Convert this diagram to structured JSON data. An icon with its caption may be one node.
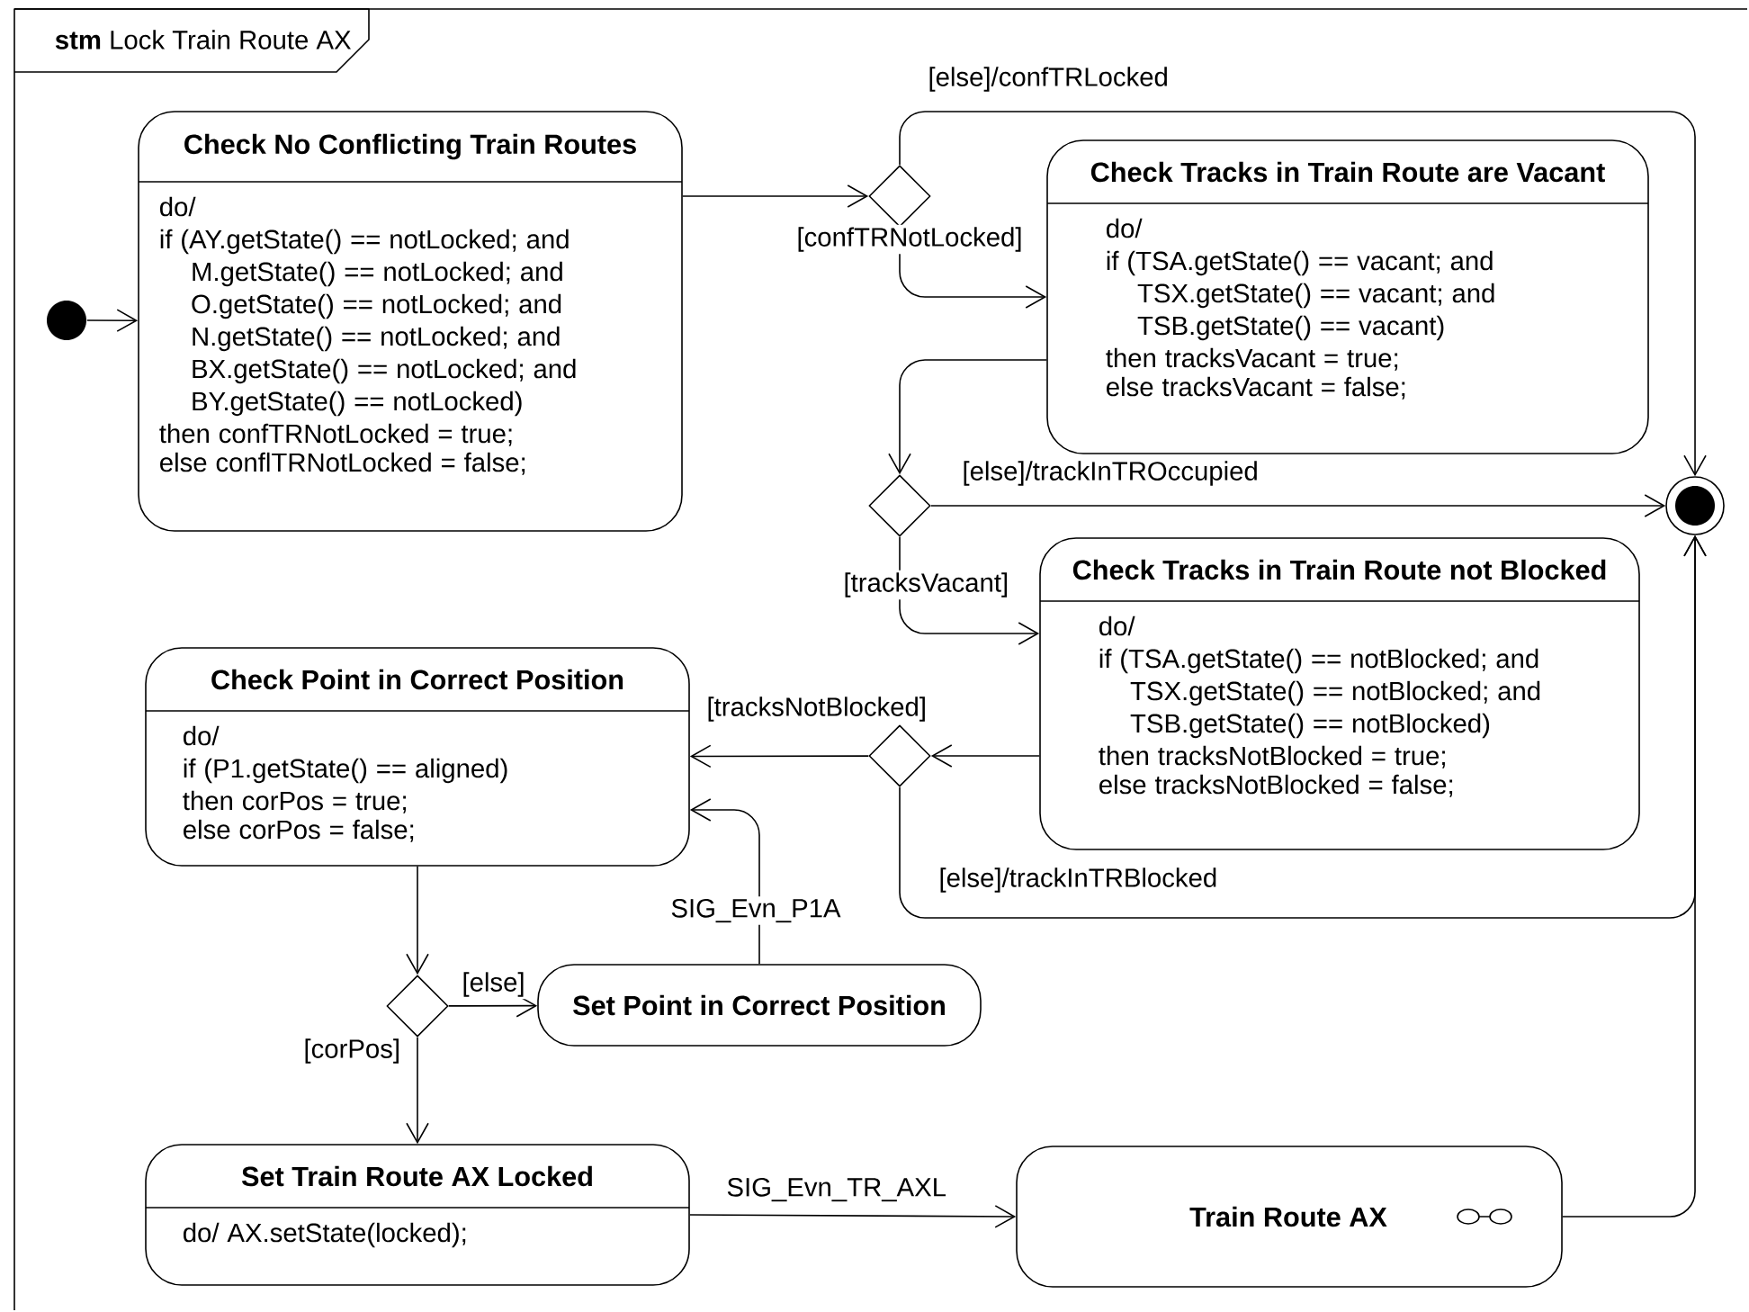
{
  "diagram": {
    "nodes": [
      {
        "text": [
          "**stm** Lock Train Route AX"
        ]
      },
      {
        "text": [],
        "shape": "circle",
        "in": 0
      },
      {
        "text": [
          "Check No Conflicting Train Routes",
          "do/",
          "if (AY.getState() == notLocked; and M.getState() == notLocked; and O.getState() == notLocked; and N.getState() == notLocked; and BX.getState() == notLocked; and BY.getState() == notLocked)",
          "then confTRNotLocked = true;",
          "else conflTRNotLocked = false;"
        ],
        "in": 0
      },
      {
        "text": [],
        "shape": "diamond",
        "in": 0
      },
      {
        "text": [
          "Check Tracks in Train Route are Vacant",
          "do/",
          "if (TSA.getState() == vacant; and TSX.getState() == vacant; and TSB.getState() == vacant)",
          "then tracksVacant = true;",
          "else tracksVacant = false;"
        ],
        "in": 0
      },
      {
        "text": [],
        "shape": "diamond",
        "in": 0
      },
      {
        "text": [],
        "shape": "circle",
        "in": 0
      },
      {
        "text": [
          "Check Tracks in Train Route not Blocked",
          "do/",
          "if (TSA.getState() == notBlocked; and TSX.getState() == notBlocked; and TSB.getState() == notBlocked)",
          "then tracksNotBlocked = true;",
          "else tracksNotBlocked = false;"
        ],
        "in": 0
      },
      {
        "text": [],
        "shape": "diamond",
        "in": 0
      },
      {
        "text": [
          "Check Point in Correct Position",
          "do/",
          "if (P1.getState() == aligned)",
          "then corPos = true;",
          "else corPos = false;"
        ],
        "in": 0
      },
      {
        "text": [],
        "shape": "diamond",
        "in": 0
      },
      {
        "text": [
          "Set Point in Correct Position"
        ],
        "in": 0
      },
      {
        "text": [
          "Set Train Route AX Locked",
          "do/ AX.setState(locked);"
        ],
        "in": 0
      },
      {
        "text": [
          "Train Route AX"
        ],
        "in": 0
      }
    ],
    "edges": [
      {
        "from": 1,
        "to": 2,
        "arrow": "to"
      },
      {
        "from": 2,
        "to": 3,
        "arrow": "to"
      },
      {
        "from": 3,
        "to": 4,
        "arrow": "to",
        "label": "[confTRNotLocked]"
      },
      {
        "from": 3,
        "to": 6,
        "arrow": "to",
        "label": "[else]/confTRLocked"
      },
      {
        "from": 4,
        "to": 5,
        "arrow": "to"
      },
      {
        "from": 5,
        "to": 6,
        "arrow": "to",
        "label": "[else]/trackInTROccupied"
      },
      {
        "from": 5,
        "to": 7,
        "arrow": "to",
        "label": "[tracksVacant]"
      },
      {
        "from": 7,
        "to": 8,
        "arrow": "to"
      },
      {
        "from": 8,
        "to": 9,
        "arrow": "to",
        "label": "[tracksNotBlocked]"
      },
      {
        "from": 8,
        "to": 6,
        "arrow": "to",
        "label": "[else]/trackInTRBlocked"
      },
      {
        "from": 9,
        "to": 10,
        "arrow": "to"
      },
      {
        "from": 10,
        "to": 11,
        "arrow": "to",
        "label": "[else]"
      },
      {
        "from": 10,
        "to": 12,
        "arrow": "to",
        "label": "[corPos]"
      },
      {
        "from": 11,
        "to": 9,
        "arrow": "to",
        "label": "SIG_Evn_P1A"
      },
      {
        "from": 12,
        "to": 13,
        "arrow": "to",
        "label": "SIG_Evn_TR_AXL"
      },
      {
        "from": 13,
        "to": 6,
        "arrow": "to"
      }
    ]
  }
}
